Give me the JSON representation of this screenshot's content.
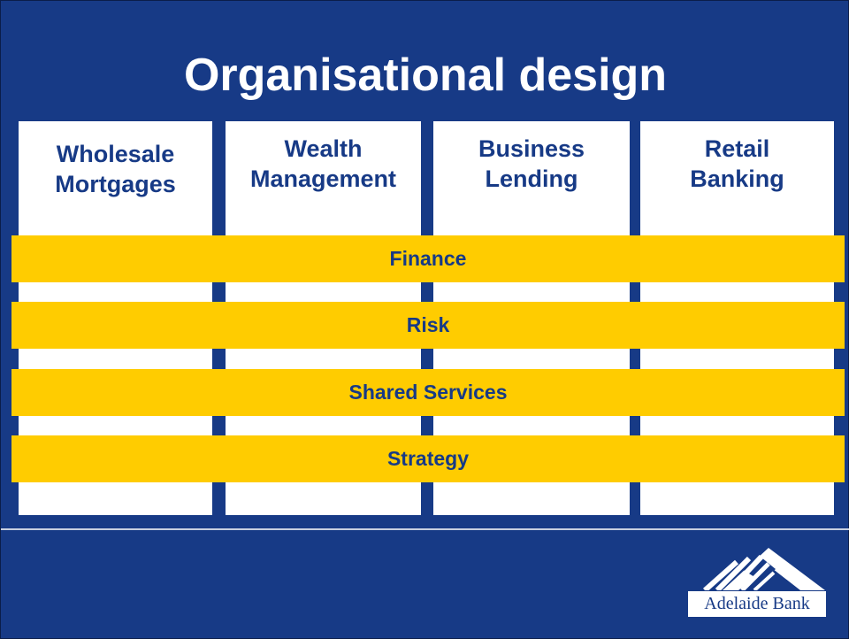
{
  "slide": {
    "title": "Organisational design",
    "columns": [
      {
        "line1": "Wholesale",
        "line2": "Mortgages"
      },
      {
        "line1": "Wealth",
        "line2": "Management"
      },
      {
        "line1": "Business",
        "line2": "Lending"
      },
      {
        "line1": "Retail",
        "line2": "Banking"
      }
    ],
    "bands": [
      "Finance",
      "Risk",
      "Shared Services",
      "Strategy"
    ],
    "logo": {
      "text": "Adelaide Bank"
    },
    "colors": {
      "background": "#173a86",
      "band": "#ffcc00",
      "column": "#ffffff",
      "text_dark": "#173a86"
    }
  }
}
